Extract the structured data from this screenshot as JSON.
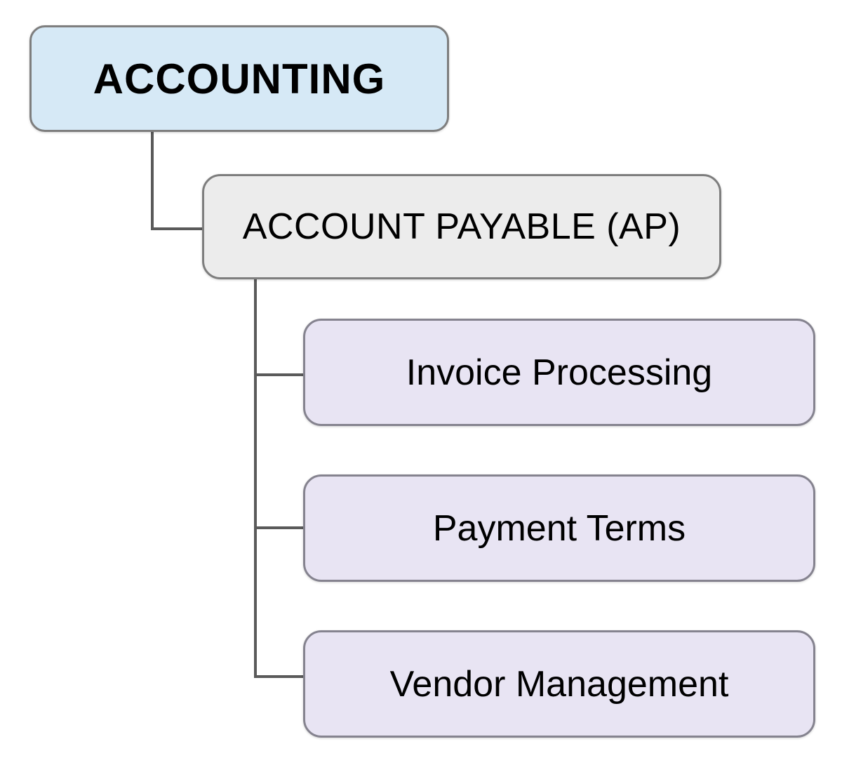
{
  "diagram": {
    "type": "tree",
    "nodes": [
      {
        "id": "accounting",
        "label": "ACCOUNTING",
        "level": 1,
        "parent": null,
        "fill": "#d6e9f6"
      },
      {
        "id": "account-payable",
        "label": "ACCOUNT PAYABLE (AP)",
        "level": 2,
        "parent": "accounting",
        "fill": "#ececec"
      },
      {
        "id": "invoice-processing",
        "label": "Invoice Processing",
        "level": 3,
        "parent": "account-payable",
        "fill": "#e8e4f3"
      },
      {
        "id": "payment-terms",
        "label": "Payment Terms",
        "level": 3,
        "parent": "account-payable",
        "fill": "#e8e4f3"
      },
      {
        "id": "vendor-management",
        "label": "Vendor Management",
        "level": 3,
        "parent": "account-payable",
        "fill": "#e8e4f3"
      }
    ],
    "colors": {
      "background": "#ffffff",
      "node_border": "#7e7e7e",
      "leaf_border": "#85838f",
      "connector": "#5a5a5a",
      "text": "#000000",
      "level1_fill": "#d6e9f6",
      "level2_fill": "#ececec",
      "level3_fill": "#e8e4f3"
    }
  }
}
